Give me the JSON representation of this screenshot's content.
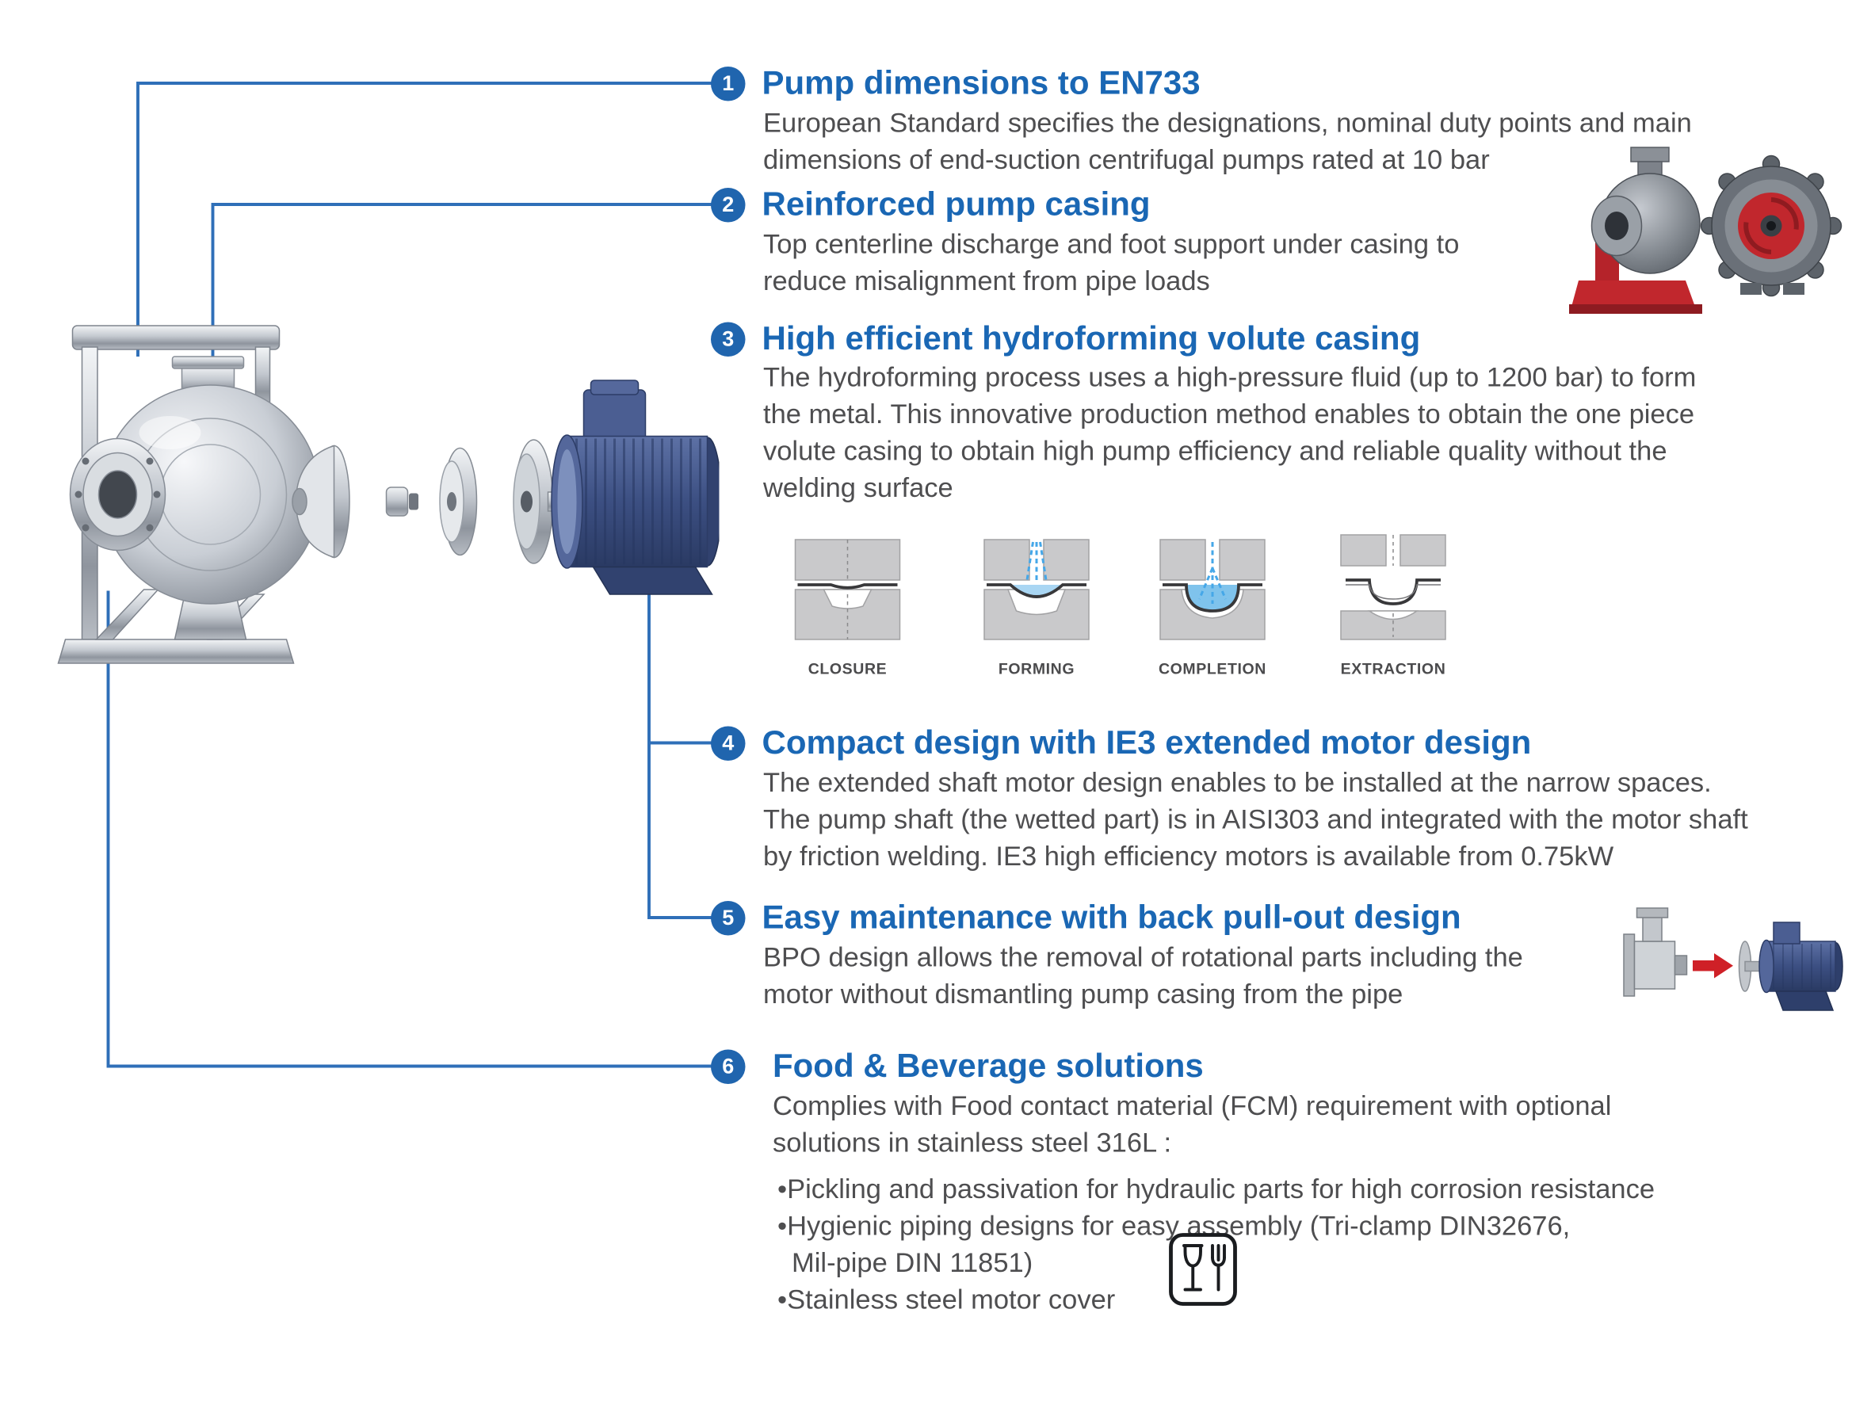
{
  "colors": {
    "title_blue": "#1a67b4",
    "badge_blue": "#2065ae",
    "body_gray": "#4e4e50",
    "connector_blue": "#2f6fb8",
    "highlight_red": "#c1272d",
    "motor_navy": "#3c4f82",
    "fluid_blue": "#7fc3ec"
  },
  "features": [
    {
      "number": "1",
      "title": "Pump dimensions to EN733",
      "body": "European Standard specifies the designations, nominal duty points and main\ndimensions of end-suction centrifugal pumps rated at 10 bar"
    },
    {
      "number": "2",
      "title": "Reinforced pump casing",
      "body": "Top centerline discharge and foot support under casing to\nreduce misalignment from pipe loads"
    },
    {
      "number": "3",
      "title": "High efficient hydroforming volute casing",
      "body": "The hydroforming process uses a high-pressure fluid (up to 1200 bar) to form\nthe metal. This innovative production method enables to obtain the one piece\nvolute casing to obtain high pump efficiency and reliable quality without the\nwelding surface"
    },
    {
      "number": "4",
      "title": "Compact design with IE3 extended motor design",
      "body": "The extended shaft motor design enables to be installed at the narrow spaces.\nThe pump shaft (the wetted part) is in AISI303 and integrated with the motor shaft\nby friction welding. IE3 high efficiency motors is available from 0.75kW"
    },
    {
      "number": "5",
      "title": "Easy maintenance with back pull-out design",
      "body": "BPO design allows the removal of rotational parts including the\nmotor without dismantling pump casing from the pipe"
    },
    {
      "number": "6",
      "title": "Food & Beverage solutions",
      "body": "Complies with Food contact material (FCM) requirement with optional\nsolutions in stainless steel 316L :",
      "bullets": [
        "•Pickling and passivation for hydraulic parts for high corrosion resistance",
        "•Hygienic piping designs for easy assembly (Tri-clamp DIN32676,\nMil-pipe DIN 11851)",
        "•Stainless steel motor cover"
      ]
    }
  ],
  "process_steps": [
    {
      "label": "CLOSURE"
    },
    {
      "label": "FORMING"
    },
    {
      "label": "COMPLETION"
    },
    {
      "label": "EXTRACTION"
    }
  ],
  "illustrations": {
    "exploded_pump": "exploded-view-end-suction-pump-with-ie3-motor",
    "casing_renders": "pump-casing-renders-gray-and-red",
    "bpo_illustration": "back-pull-out-removal-illustration",
    "food_safe_icon": "glass-and-fork-food-contact-symbol"
  }
}
